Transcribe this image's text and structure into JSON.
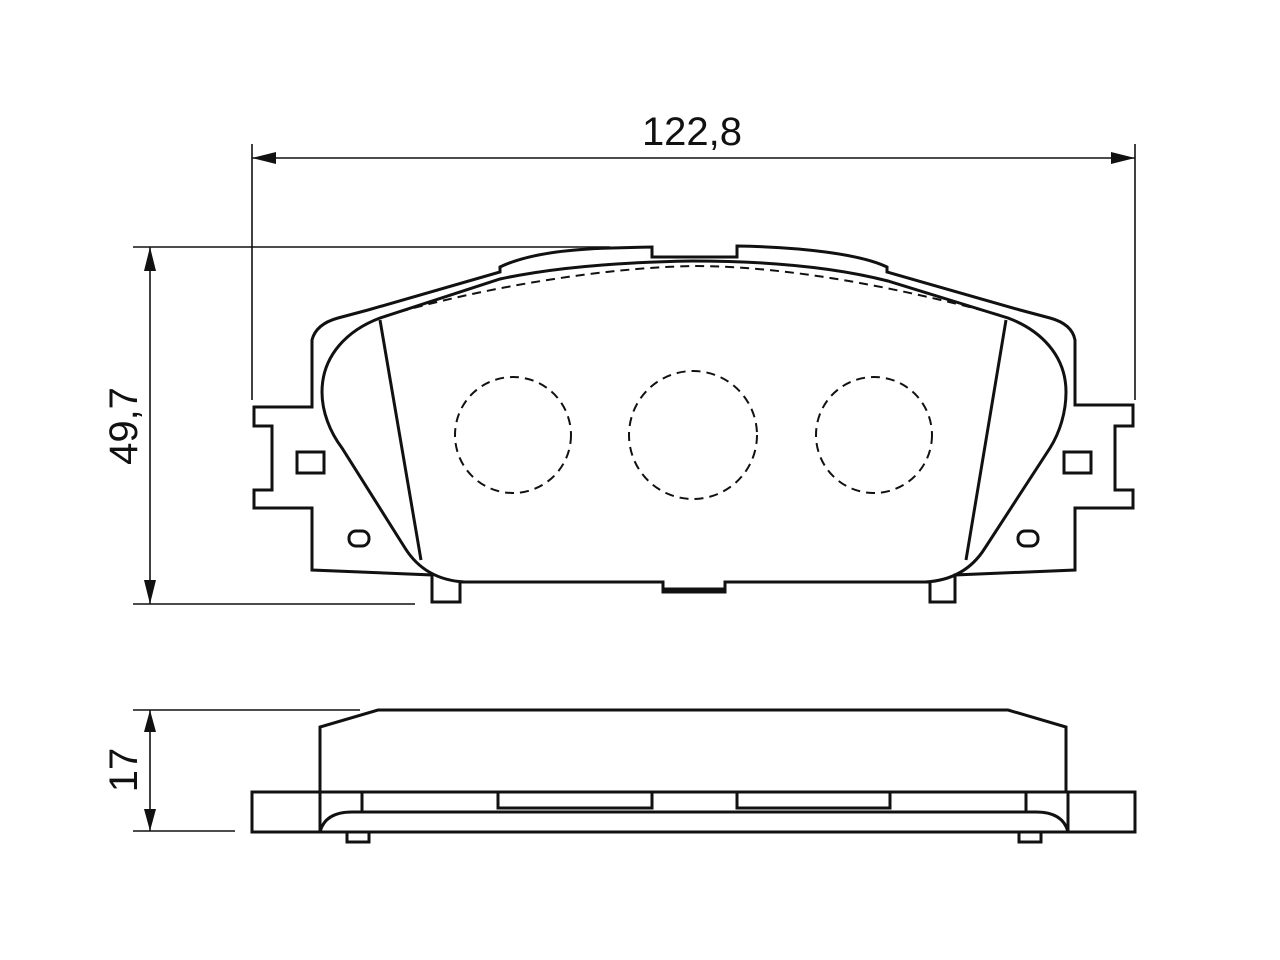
{
  "dimensions": {
    "width": "122,8",
    "height": "49,7",
    "thickness": "17"
  },
  "colors": {
    "line": "#111111",
    "background": "#ffffff"
  }
}
